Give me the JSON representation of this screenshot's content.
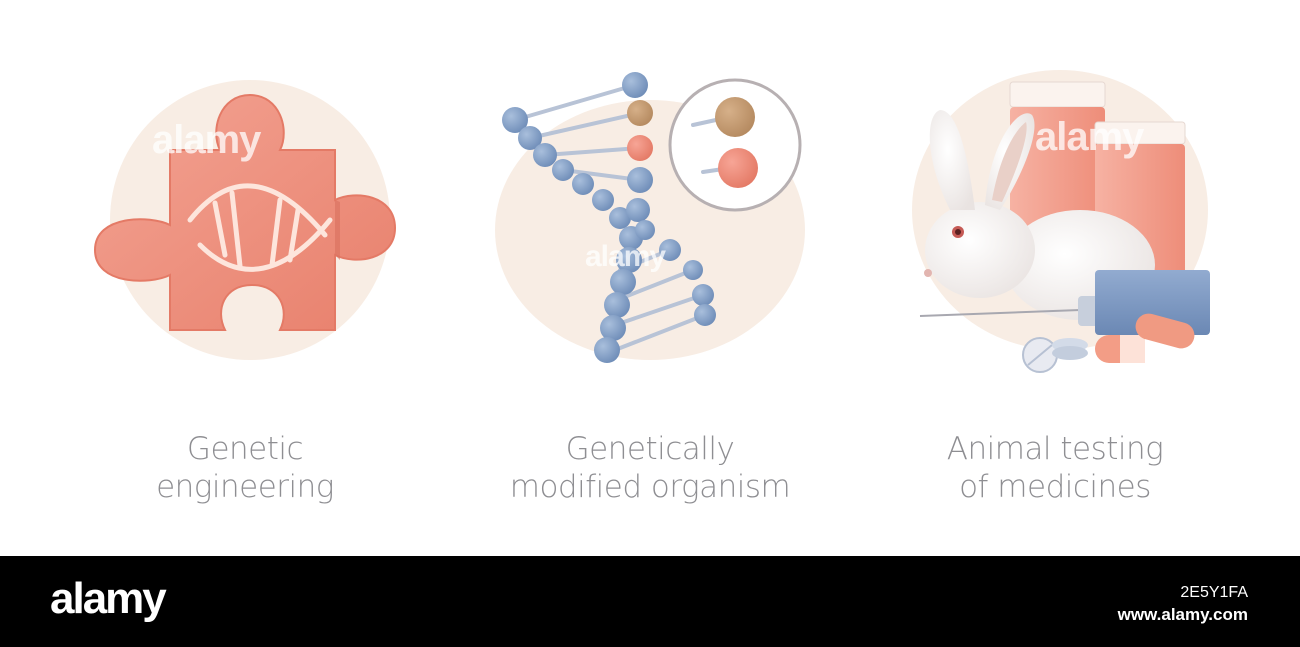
{
  "panels": [
    {
      "caption": [
        "Genetic",
        "engineering"
      ],
      "icon": "puzzle-dna-icon"
    },
    {
      "caption": [
        "Genetically",
        "modified organism"
      ],
      "icon": "dna-helix-icon"
    },
    {
      "caption": [
        "Animal testing",
        "of medicines"
      ],
      "icon": "rabbit-medicine-icon"
    }
  ],
  "watermark": "alamy",
  "footer": {
    "logo": "alamy",
    "image_id": "2E5Y1FA",
    "site": "www.alamy.com"
  },
  "colors": {
    "coral": "#ef8f7c",
    "blue": "#7f9cc4",
    "circle_bg": "#f8ede4",
    "text": "#8e8e92"
  }
}
